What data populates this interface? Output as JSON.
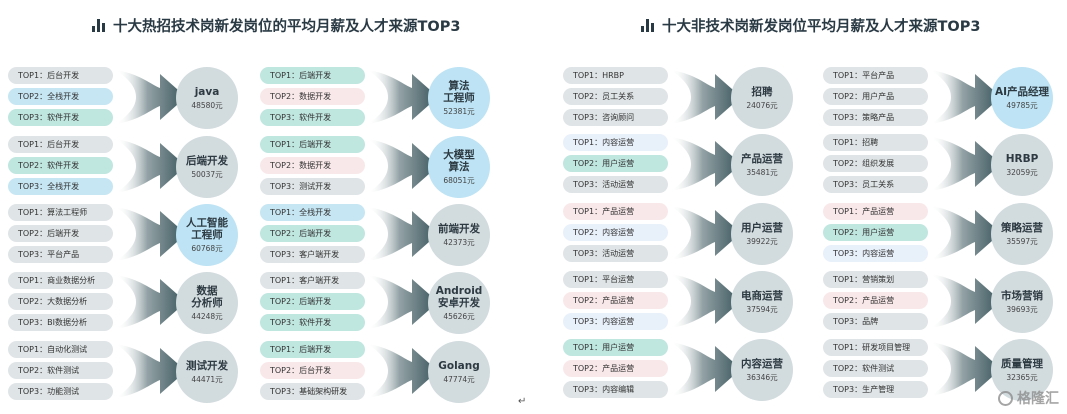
{
  "colors": {
    "title": "#2a3a44",
    "grey_pill": "#dfe4e6",
    "teal_pill": "#bfe6df",
    "blue_pill": "#c6e6f3",
    "pink_pill": "#f9e8ea",
    "light_blue_pill": "#e8f0fa",
    "circle_grey": "#d2dbde",
    "circle_blue": "#bde3f4",
    "arrow_dark": "#3a565c"
  },
  "chart_data": [
    {
      "type": "table",
      "title": "十大热招技术岗新发岗位的平均月薪及人才来源TOP3",
      "salary_unit": "元",
      "items": [
        {
          "name": "java",
          "salary": "48580元",
          "highlight": false,
          "sources": [
            {
              "label": "TOP1：后台开发",
              "color": "grey"
            },
            {
              "label": "TOP2：全栈开发",
              "color": "blue"
            },
            {
              "label": "TOP3：软件开发",
              "color": "teal"
            }
          ]
        },
        {
          "name": "后端开发",
          "salary": "50037元",
          "highlight": false,
          "sources": [
            {
              "label": "TOP1：后台开发",
              "color": "grey"
            },
            {
              "label": "TOP2：软件开发",
              "color": "teal"
            },
            {
              "label": "TOP3：全栈开发",
              "color": "blue"
            }
          ]
        },
        {
          "name": "人工智能\n工程师",
          "salary": "60768元",
          "highlight": true,
          "sources": [
            {
              "label": "TOP1：算法工程师",
              "color": "grey"
            },
            {
              "label": "TOP2：后端开发",
              "color": "grey"
            },
            {
              "label": "TOP3：平台产品",
              "color": "grey"
            }
          ]
        },
        {
          "name": "数据\n分析师",
          "salary": "44248元",
          "highlight": false,
          "sources": [
            {
              "label": "TOP1：商业数据分析",
              "color": "grey"
            },
            {
              "label": "TOP2：大数据分析",
              "color": "grey"
            },
            {
              "label": "TOP3：BI数据分析",
              "color": "grey"
            }
          ]
        },
        {
          "name": "测试开发",
          "salary": "44471元",
          "highlight": false,
          "sources": [
            {
              "label": "TOP1：自动化测试",
              "color": "grey"
            },
            {
              "label": "TOP2：软件测试",
              "color": "grey"
            },
            {
              "label": "TOP3：功能测试",
              "color": "grey"
            }
          ]
        },
        {
          "name": "算法\n工程师",
          "salary": "52381元",
          "highlight": true,
          "sources": [
            {
              "label": "TOP1：后端开发",
              "color": "teal"
            },
            {
              "label": "TOP2：数据开发",
              "color": "pink"
            },
            {
              "label": "TOP3：软件开发",
              "color": "teal"
            }
          ]
        },
        {
          "name": "大模型\n算法",
          "salary": "68051元",
          "highlight": true,
          "sources": [
            {
              "label": "TOP1：后端开发",
              "color": "teal"
            },
            {
              "label": "TOP2：数据开发",
              "color": "pink"
            },
            {
              "label": "TOP3：测试开发",
              "color": "grey"
            }
          ]
        },
        {
          "name": "前端开发",
          "salary": "42373元",
          "highlight": false,
          "sources": [
            {
              "label": "TOP1：全栈开发",
              "color": "blue"
            },
            {
              "label": "TOP2：后端开发",
              "color": "teal"
            },
            {
              "label": "TOP3：客户端开发",
              "color": "grey"
            }
          ]
        },
        {
          "name": "Android\n安卓开发",
          "salary": "45626元",
          "highlight": false,
          "sources": [
            {
              "label": "TOP1：客户端开发",
              "color": "grey"
            },
            {
              "label": "TOP2：后端开发",
              "color": "teal"
            },
            {
              "label": "TOP3：软件开发",
              "color": "teal"
            }
          ]
        },
        {
          "name": "Golang",
          "salary": "47774元",
          "highlight": false,
          "sources": [
            {
              "label": "TOP1：后端开发",
              "color": "teal"
            },
            {
              "label": "TOP2：后台开发",
              "color": "pink"
            },
            {
              "label": "TOP3：基础架构研发",
              "color": "grey"
            }
          ]
        }
      ]
    },
    {
      "type": "table",
      "title": "十大非技术岗新发岗位平均月薪及人才来源TOP3",
      "salary_unit": "元",
      "items": [
        {
          "name": "招聘",
          "salary": "24076元",
          "highlight": false,
          "sources": [
            {
              "label": "TOP1：HRBP",
              "color": "grey"
            },
            {
              "label": "TOP2：员工关系",
              "color": "grey"
            },
            {
              "label": "TOP3：咨询顾问",
              "color": "grey"
            }
          ]
        },
        {
          "name": "产品运营",
          "salary": "35481元",
          "highlight": false,
          "sources": [
            {
              "label": "TOP1：内容运营",
              "color": "lightblue"
            },
            {
              "label": "TOP2：用户运营",
              "color": "teal"
            },
            {
              "label": "TOP3：活动运营",
              "color": "grey"
            }
          ]
        },
        {
          "name": "用户运营",
          "salary": "39922元",
          "highlight": false,
          "sources": [
            {
              "label": "TOP1：产品运营",
              "color": "pink"
            },
            {
              "label": "TOP2：内容运营",
              "color": "lightblue"
            },
            {
              "label": "TOP3：活动运营",
              "color": "grey"
            }
          ]
        },
        {
          "name": "电商运营",
          "salary": "37594元",
          "highlight": false,
          "sources": [
            {
              "label": "TOP1：平台运营",
              "color": "grey"
            },
            {
              "label": "TOP2：产品运营",
              "color": "pink"
            },
            {
              "label": "TOP3：内容运营",
              "color": "lightblue"
            }
          ]
        },
        {
          "name": "内容运营",
          "salary": "36346元",
          "highlight": false,
          "sources": [
            {
              "label": "TOP1：用户运营",
              "color": "teal"
            },
            {
              "label": "TOP2：产品运营",
              "color": "pink"
            },
            {
              "label": "TOP3：内容编辑",
              "color": "grey"
            }
          ]
        },
        {
          "name": "AI产品经理",
          "salary": "49785元",
          "highlight": true,
          "sources": [
            {
              "label": "TOP1：平台产品",
              "color": "grey"
            },
            {
              "label": "TOP2：用户产品",
              "color": "grey"
            },
            {
              "label": "TOP3：策略产品",
              "color": "grey"
            }
          ]
        },
        {
          "name": "HRBP",
          "salary": "32059元",
          "highlight": false,
          "sources": [
            {
              "label": "TOP1：招聘",
              "color": "grey"
            },
            {
              "label": "TOP2：组织发展",
              "color": "grey"
            },
            {
              "label": "TOP3：员工关系",
              "color": "grey"
            }
          ]
        },
        {
          "name": "策略运营",
          "salary": "35597元",
          "highlight": false,
          "sources": [
            {
              "label": "TOP1：产品运营",
              "color": "pink"
            },
            {
              "label": "TOP2：用户运营",
              "color": "teal"
            },
            {
              "label": "TOP3：内容运营",
              "color": "lightblue"
            }
          ]
        },
        {
          "name": "市场营销",
          "salary": "39693元",
          "highlight": false,
          "sources": [
            {
              "label": "TOP1：营销策划",
              "color": "grey"
            },
            {
              "label": "TOP2：产品运营",
              "color": "pink"
            },
            {
              "label": "TOP3：品牌",
              "color": "grey"
            }
          ]
        },
        {
          "name": "质量管理",
          "salary": "32365元",
          "highlight": false,
          "sources": [
            {
              "label": "TOP1：研发项目管理",
              "color": "grey"
            },
            {
              "label": "TOP2：软件测试",
              "color": "grey"
            },
            {
              "label": "TOP3：生产管理",
              "color": "grey"
            }
          ]
        }
      ]
    }
  ],
  "footer": {
    "cursor_glyph": "↵",
    "watermark_text": "格隆汇"
  }
}
